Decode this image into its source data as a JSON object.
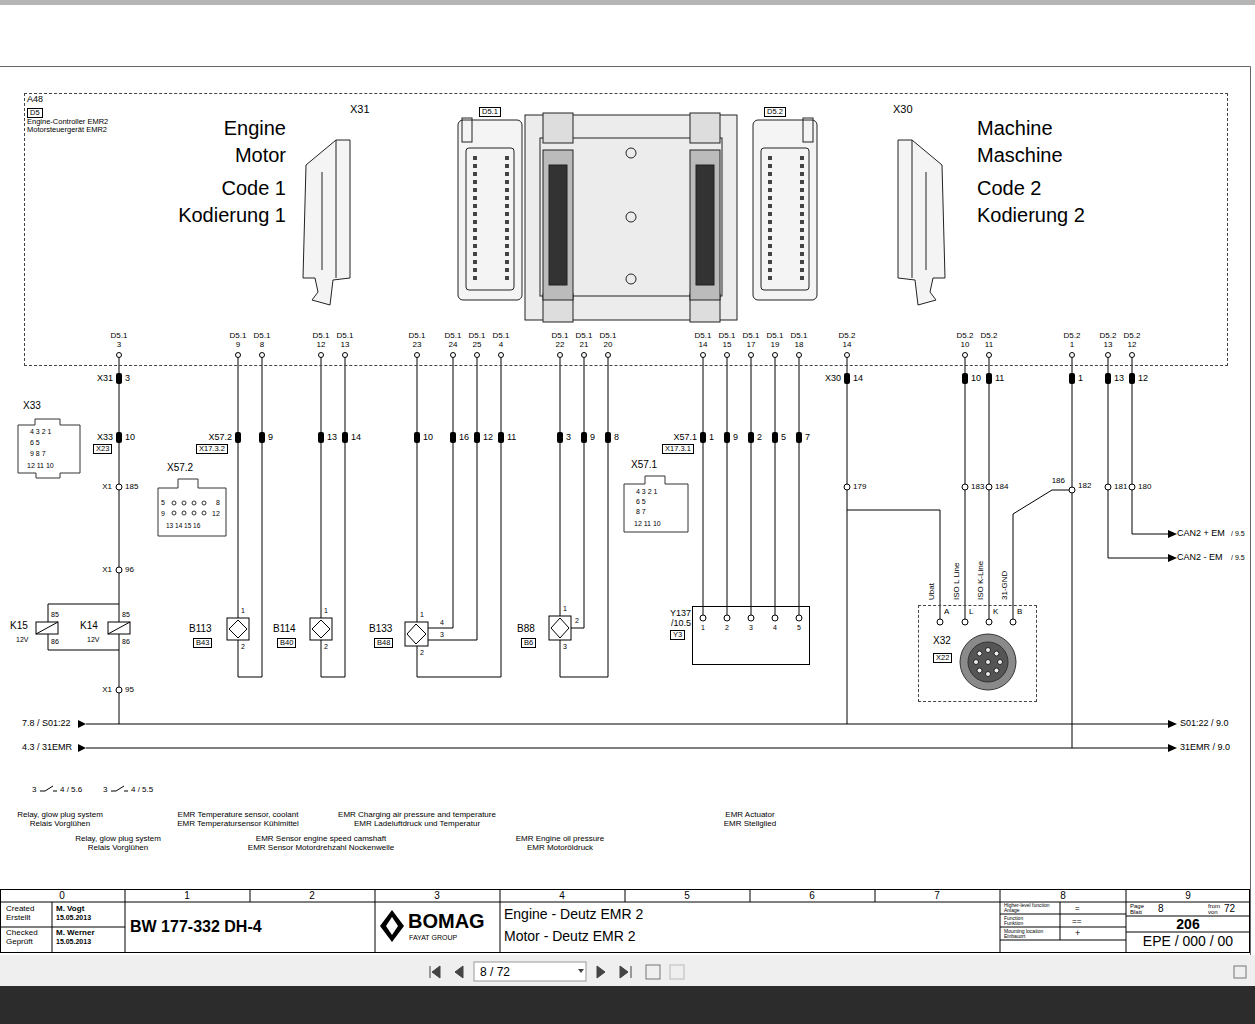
{
  "diagram": {
    "nodes": [
      {
        "text": [
          "A48",
          "Engine-Controller EMR2 Motorsteuergerät EMR2"
        ]
      },
      {
        "text": [
          "D5"
        ],
        "in": 0
      },
      {
        "text": [
          "D5.1"
        ],
        "in": 0
      },
      {
        "text": [
          "D5.2"
        ],
        "in": 0
      },
      {
        "text": [
          "X23"
        ]
      },
      {
        "text": [
          "X17.3.2"
        ]
      },
      {
        "text": [
          "B43"
        ]
      },
      {
        "text": [
          "B40"
        ]
      },
      {
        "text": [
          "B48"
        ]
      },
      {
        "text": [
          "B6"
        ]
      },
      {
        "text": [
          "X17.3.1"
        ]
      },
      {
        "text": [
          "Y137 /10.5"
        ]
      },
      {
        "text": [
          "Y3"
        ]
      },
      {
        "text": [
          "X32"
        ]
      },
      {
        "text": [
          "X22"
        ],
        "in": 13
      }
    ],
    "edges": [
      {
        "from": 0,
        "to": 11,
        "arrow": "none"
      },
      {
        "from": 0,
        "to": 11,
        "arrow": "none"
      },
      {
        "from": 0,
        "to": 11,
        "arrow": "none"
      },
      {
        "from": 0,
        "to": 11,
        "arrow": "none"
      },
      {
        "from": 0,
        "to": 11,
        "arrow": "none"
      },
      {
        "from": 0,
        "to": 13,
        "arrow": "none"
      },
      {
        "from": 0,
        "to": 13,
        "arrow": "none"
      },
      {
        "from": 0,
        "to": 13,
        "arrow": "none"
      },
      {
        "from": 0,
        "to": 13,
        "arrow": "none"
      }
    ],
    "labels": [
      "X31",
      "Engine",
      "Motor",
      "Code 1",
      "Kodierung 1",
      "X30",
      "Machine",
      "Maschine",
      "Code 2",
      "Kodierung 2",
      "D5.1",
      "3",
      "D5.1",
      "9",
      "D5.1",
      "8",
      "D5.1",
      "12",
      "D5.1",
      "13",
      "D5.1",
      "23",
      "D5.1",
      "24",
      "D5.1",
      "25",
      "D5.1",
      "4",
      "D5.1",
      "22",
      "D5.1",
      "21",
      "D5.1",
      "20",
      "D5.1",
      "14",
      "D5.1",
      "15",
      "D5.1",
      "17",
      "D5.1",
      "19",
      "D5.1",
      "18",
      "D5.2",
      "14",
      "D5.2",
      "10",
      "D5.2",
      "11",
      "D5.2",
      "1",
      "D5.2",
      "13",
      "D5.2",
      "12",
      "X31",
      "3",
      "X30",
      "14",
      "10",
      "11",
      "1",
      "13",
      "12",
      "X33",
      "10",
      "X57.2",
      "9",
      "13",
      "14",
      "10",
      "16",
      "12",
      "11",
      "3",
      "9",
      "8",
      "X57.1",
      "1",
      "9",
      "2",
      "5",
      "7",
      "X1",
      "185",
      "X1",
      "96",
      "X1",
      "95",
      "179",
      "183",
      "184",
      "186",
      "182",
      "181",
      "180",
      "CAN2 + EM",
      "/ 9.5",
      "CAN2 - EM",
      "/ 9.5",
      "X33",
      "4 3 2 1",
      "6 5",
      "9 8 7",
      "12 11 10",
      "X57.2",
      "5",
      "8",
      "9",
      "12",
      "13 14 15 16",
      "X57.1",
      "4 3 2 1",
      "6 5",
      "8 7",
      "12 11 10",
      "K15",
      "12V",
      "K14",
      "12V",
      "85",
      "86",
      "85",
      "86",
      "B113",
      "1",
      "2",
      "B114",
      "1",
      "2",
      "B133",
      "1",
      "4",
      "3",
      "2",
      "B88",
      "1",
      "2",
      "3",
      "1",
      "2",
      "3",
      "4",
      "5",
      "A",
      "L",
      "K",
      "B",
      "Ubat",
      "ISO L Line",
      "ISO K-Line",
      "31-GND",
      "7.8 / S01:22",
      "4.3 / 31EMR",
      "S01:22 / 9.0",
      "31EMR / 9.0",
      "3",
      "4 / 5.6",
      "3",
      "4 / 5.5",
      "Relay, glow plug system",
      "Relais Vorglühen",
      "Relay, glow plug system",
      "Relais Vorglühen",
      "EMR Temperature sensor, coolant",
      "EMR Temperatursensor Kühlmittel",
      "EMR Sensor engine speed camshaft",
      "EMR Sensor Motordrehzahl Nockenwelle",
      "EMR Charging air pressure and temperature",
      "EMR Ladeluftdruck und Temperatur",
      "EMR Engine oil pressure",
      "EMR Motoröldruck",
      "EMR Actuator",
      "EMR Stellglied",
      "0",
      "1",
      "2",
      "3",
      "4",
      "5",
      "6",
      "7",
      "8",
      "9",
      "Created",
      "Erstellt",
      "M. Vogt",
      "15.05.2013",
      "Checked",
      "Geprüft",
      "M. Werner",
      "15.05.2013",
      "BW 177-332 DH-4",
      "BOMAG",
      "FAYAT GROUP",
      "Engine - Deutz EMR 2",
      "Motor - Deutz EMR 2",
      "Higher-level function",
      "Anlage",
      "=",
      "Function",
      "Funktion",
      "==",
      "Mounting location",
      "Einbauort",
      "+",
      "Page",
      "Blatt",
      "8",
      "from",
      "von",
      "72",
      "206",
      "EPE / 000 / 00",
      "8 / 72"
    ]
  }
}
